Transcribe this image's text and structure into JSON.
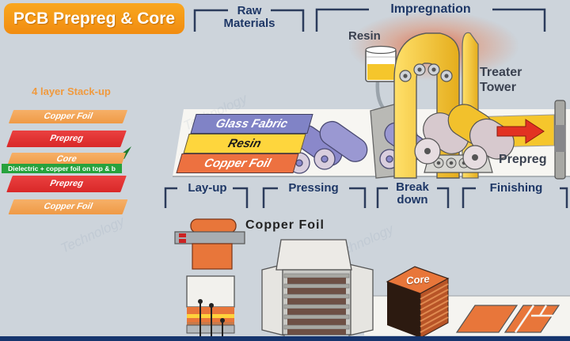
{
  "title": "PCB Prepreg & Core",
  "stages": {
    "raw_materials": {
      "line1": "Raw",
      "line2": "Materials"
    },
    "impregnation": "Impregnation",
    "lay_up": "Lay-up",
    "pressing": "Pressing",
    "break_down": {
      "line1": "Break",
      "line2": "down"
    },
    "finishing": "Finishing"
  },
  "impregnation_labels": {
    "resin": "Resin",
    "treater_tower": {
      "line1": "Treater",
      "line2": "Tower"
    },
    "prepreg": "Prepreg"
  },
  "raw_material_bands": [
    {
      "label": "Glass Fabric"
    },
    {
      "label": "Resin"
    },
    {
      "label": "Copper Foil"
    }
  ],
  "stack_up": {
    "title": "4 layer Stack-up",
    "layers": [
      {
        "label": "Copper Foil"
      },
      {
        "label": "Prepreg"
      },
      {
        "label": "Core"
      },
      {
        "label": "Prepreg"
      },
      {
        "label": "Copper Foil"
      }
    ],
    "core_note": "Dielectric + copper foil on top & b"
  },
  "lay_up_section": {
    "copper_foil": "Copper Foil"
  },
  "break_down_section": {
    "core": "Core"
  },
  "watermark": "Technology",
  "colors": {
    "background": "#cdd4db",
    "title_orange": "#f7941e",
    "header_navy": "#1e3766",
    "stack_copper_orange": "#f2a356",
    "stack_prepreg_red": "#e23434",
    "core_note_green": "#27a23d",
    "glass_fabric_purple": "#8083c6",
    "resin_yellow": "#fed63d",
    "copper_foil_orange": "#ed7140",
    "web_yellow": "#f5c62c",
    "arrow_red": "#e23222",
    "bottom_bar_navy": "#16356e"
  }
}
